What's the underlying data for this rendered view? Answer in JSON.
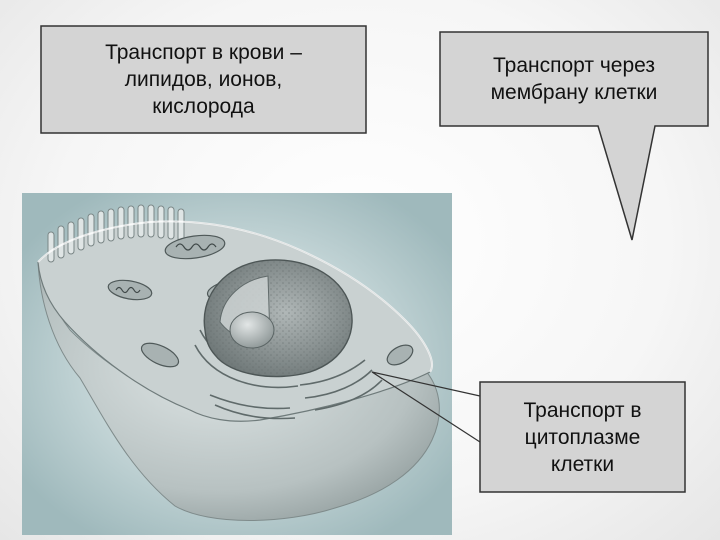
{
  "callouts": {
    "blood": {
      "lines": [
        "Транспорт в крови –",
        "липидов, ионов,",
        "кислорода"
      ]
    },
    "membrane": {
      "lines": [
        "Транспорт через",
        "мембрану клетки"
      ]
    },
    "cytoplasm": {
      "lines": [
        "Транспорт в",
        "цитоплазме",
        "клетки"
      ]
    }
  },
  "colors": {
    "box_fill": "#d4d4d4",
    "box_border": "#333333",
    "text": "#111111"
  }
}
